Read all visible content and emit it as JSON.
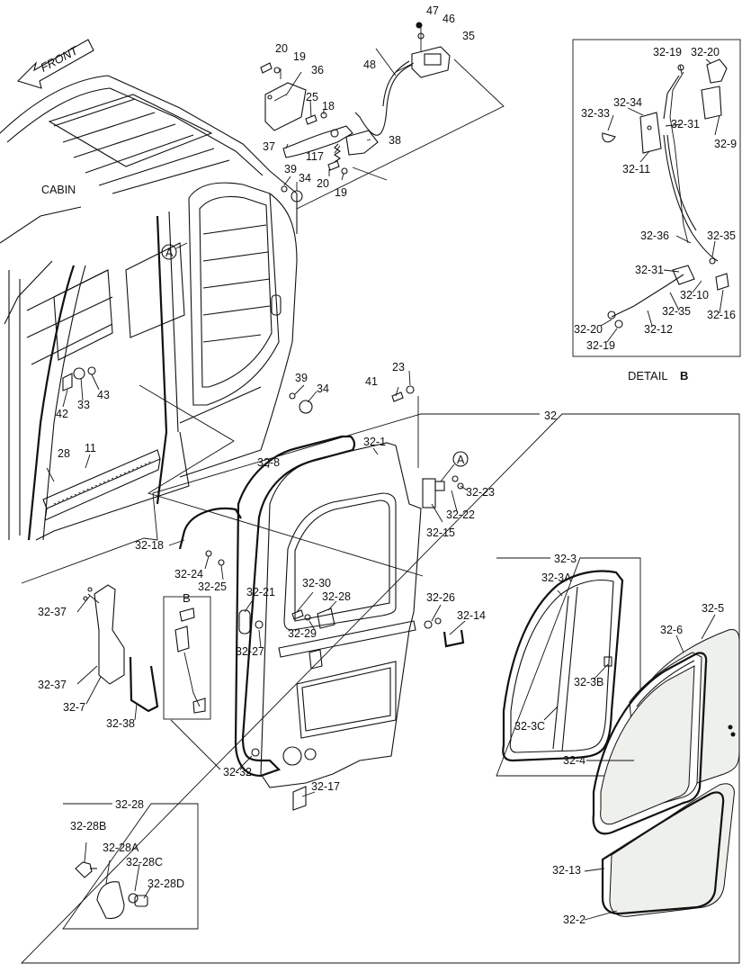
{
  "front_label": "FRONT",
  "cabin_label": "CABIN",
  "detail_title": "DETAIL",
  "detail_letter": "B",
  "callout_b": "B",
  "callout_a1": "A",
  "callout_a2": "A",
  "box_32_title": "32",
  "box_32_3_title": "32-3",
  "box_32_28_title": "32-28",
  "labels": {
    "l47": "47",
    "l46": "46",
    "l35": "35",
    "l48": "48",
    "l20a": "20",
    "l19a": "19",
    "l36": "36",
    "l25": "25",
    "l18": "18",
    "l37": "37",
    "l117": "117",
    "l38": "38",
    "l39a": "39",
    "l34a": "34",
    "l20b": "20",
    "l19b": "19",
    "l39b": "39",
    "l34b": "34",
    "l23": "23",
    "l41": "41",
    "l42": "42",
    "l33": "33",
    "l43": "43",
    "l28": "28",
    "l11": "11",
    "d32_19": "32-19",
    "d32_20a": "32-20",
    "d32_34": "32-34",
    "d32_33": "32-33",
    "d32_31a": "32-31",
    "d32_9": "32-9",
    "d32_11": "32-11",
    "d32_36": "32-36",
    "d32_35a": "32-35",
    "d32_31b": "32-31",
    "d32_10": "32-10",
    "d32_35b": "32-35",
    "d32_16": "32-16",
    "d32_20b": "32-20",
    "d32_12": "32-12",
    "d32_19b": "32-19",
    "p32_1": "32-1",
    "p32_8": "32-8",
    "p32_23": "32-23",
    "p32_22": "32-22",
    "p32_15": "32-15",
    "p32_18": "32-18",
    "p32_24": "32-24",
    "p32_25": "32-25",
    "p32_37a": "32-37",
    "p32_37b": "32-37",
    "p32_7": "32-7",
    "p32_38": "32-38",
    "p32_21": "32-21",
    "p32_27": "32-27",
    "p32_30": "32-30",
    "p32_28": "32-28",
    "p32_29": "32-29",
    "p32_26": "32-26",
    "p32_14": "32-14",
    "p32_3a": "32-3A",
    "p32_3b": "32-3B",
    "p32_3c": "32-3C",
    "p32_5": "32-5",
    "p32_6": "32-6",
    "p32_4": "32-4",
    "p32_32": "32-32",
    "p32_17": "32-17",
    "p32_13": "32-13",
    "p32_2": "32-2",
    "p32_28b": "32-28B",
    "p32_28a": "32-28A",
    "p32_28c": "32-28C",
    "p32_28d": "32-28D"
  }
}
